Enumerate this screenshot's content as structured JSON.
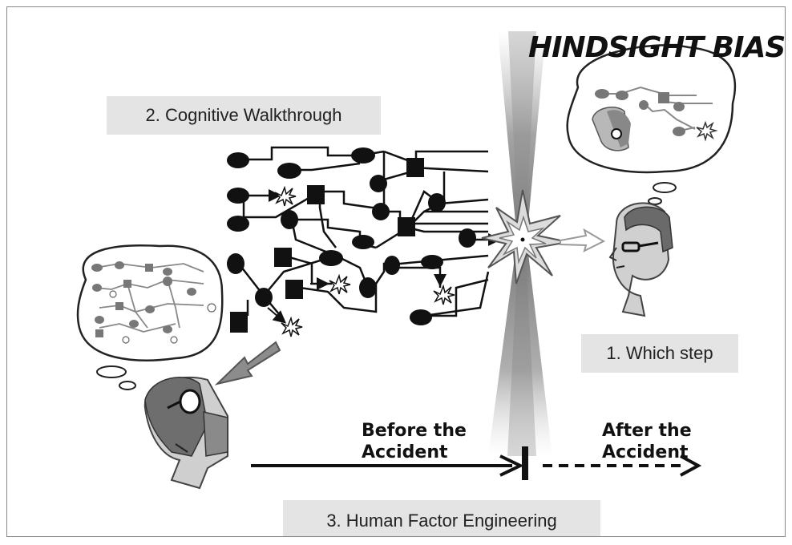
{
  "title": "HINDSIGHT BIAS",
  "labels": {
    "step1": "1. Which step",
    "step2": "2. Cognitive Walkthrough",
    "step3": "3. Human Factor Engineering"
  },
  "timeline": {
    "before_line1": "Before the",
    "before_line2": "Accident",
    "after_line1": "After the",
    "after_line2": "Accident"
  },
  "colors": {
    "ink": "#111111",
    "label_bg": "#e4e4e4",
    "head_skin": "#c8c8c8",
    "hair": "#666666"
  }
}
